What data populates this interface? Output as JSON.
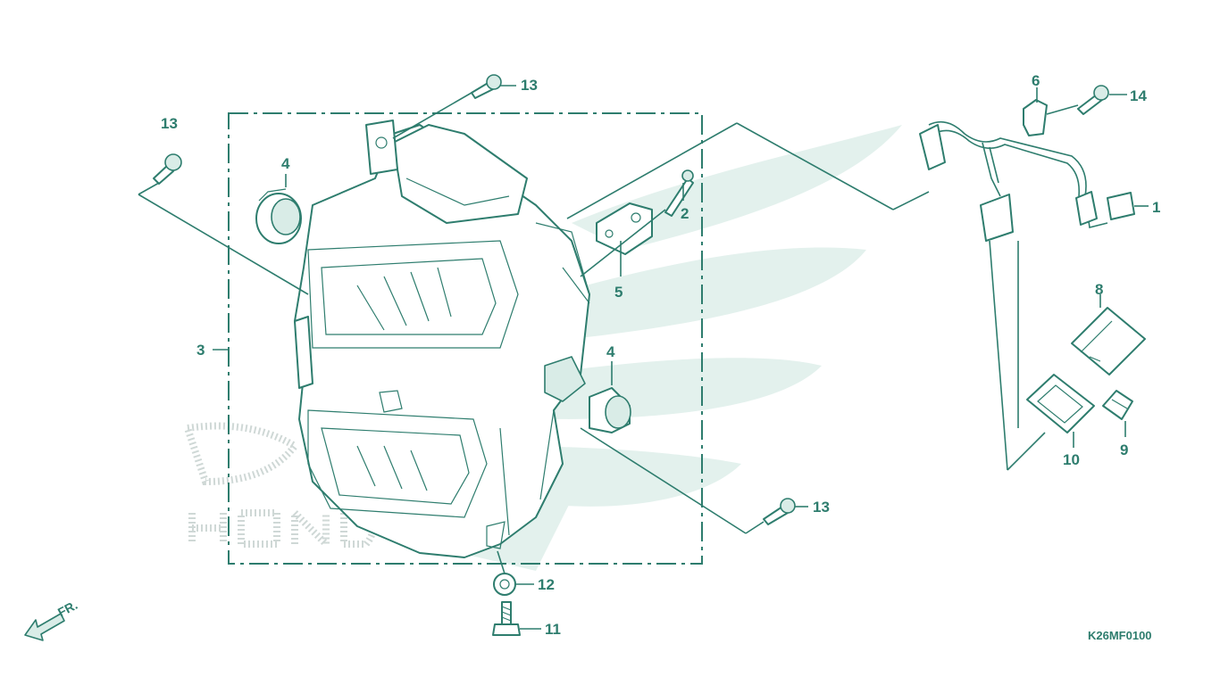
{
  "diagram": {
    "callouts": [
      {
        "id": "c1",
        "text": "1"
      },
      {
        "id": "c2",
        "text": "2"
      },
      {
        "id": "c3",
        "text": "3"
      },
      {
        "id": "c4a",
        "text": "4"
      },
      {
        "id": "c4b",
        "text": "4"
      },
      {
        "id": "c5",
        "text": "5"
      },
      {
        "id": "c6",
        "text": "6"
      },
      {
        "id": "c8",
        "text": "8"
      },
      {
        "id": "c9",
        "text": "9"
      },
      {
        "id": "c10",
        "text": "10"
      },
      {
        "id": "c11",
        "text": "11"
      },
      {
        "id": "c12",
        "text": "12"
      },
      {
        "id": "c13a",
        "text": "13"
      },
      {
        "id": "c13b",
        "text": "13"
      },
      {
        "id": "c13c",
        "text": "13"
      },
      {
        "id": "c14",
        "text": "14"
      }
    ],
    "front_indicator": "FR.",
    "diagram_code": "K26MF0100",
    "watermark_text": "HONDA",
    "colors": {
      "line": "#2e7d6e",
      "watermark": "#e3f1ed",
      "background": "#ffffff"
    }
  }
}
